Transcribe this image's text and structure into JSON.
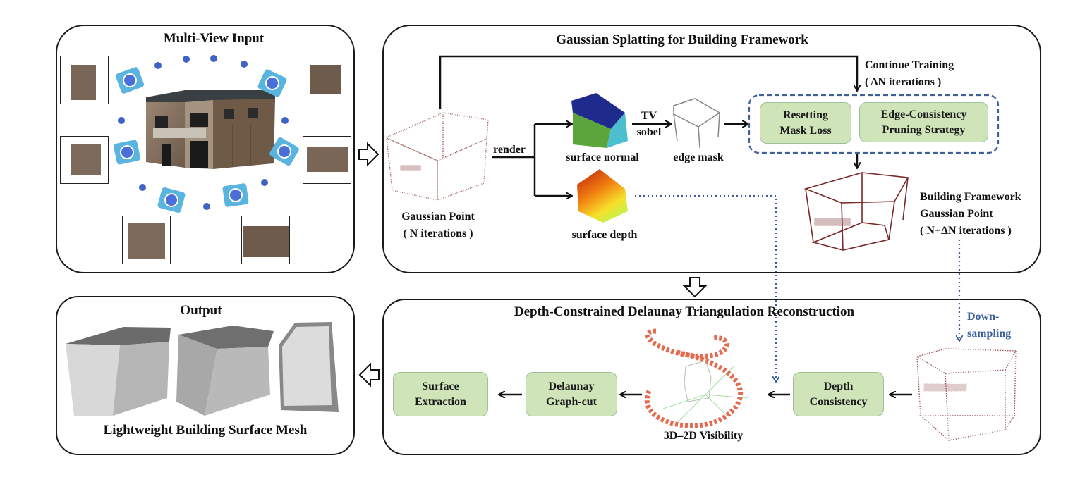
{
  "panels": {
    "input": {
      "title": "Multi-View Input"
    },
    "gs": {
      "title": "Gaussian Splatting for Building Framework",
      "render_label": "render",
      "gaussian_point": [
        "Gaussian Point",
        "( N iterations )"
      ],
      "surface_normal": "surface normal",
      "surface_depth": "surface depth",
      "tv_label": "TV",
      "sobel_label": "sobel",
      "edge_mask": "edge mask",
      "continue_training": [
        "Continue Training",
        "( ΔN iterations )"
      ],
      "box_reset": [
        "Resetting",
        "Mask Loss"
      ],
      "box_prune": [
        "Edge-Consistency",
        "Pruning Strategy"
      ],
      "framework_point": [
        "Building Framework",
        "Gaussian Point",
        "( N+ΔN iterations )"
      ]
    },
    "ddt": {
      "title": "Depth-Constrained Delaunay Triangulation Reconstruction",
      "downsampling": [
        "Down-",
        "sampling"
      ],
      "box_depth": [
        "Depth",
        "Consistency"
      ],
      "visibility": "3D–2D Visibility",
      "box_graphcut": [
        "Delaunay",
        "Graph-cut"
      ],
      "box_surface": [
        "Surface",
        "Extraction"
      ]
    },
    "output": {
      "title": "Output",
      "caption": "Lightweight Building Surface Mesh"
    }
  },
  "colors": {
    "green_box": "#cfe4b9",
    "dashed_blue": "#3d5f9b",
    "camera_blue": "#5ab4e0",
    "dot_blue": "#3f63c6",
    "point_red": "#8a3a3a"
  }
}
